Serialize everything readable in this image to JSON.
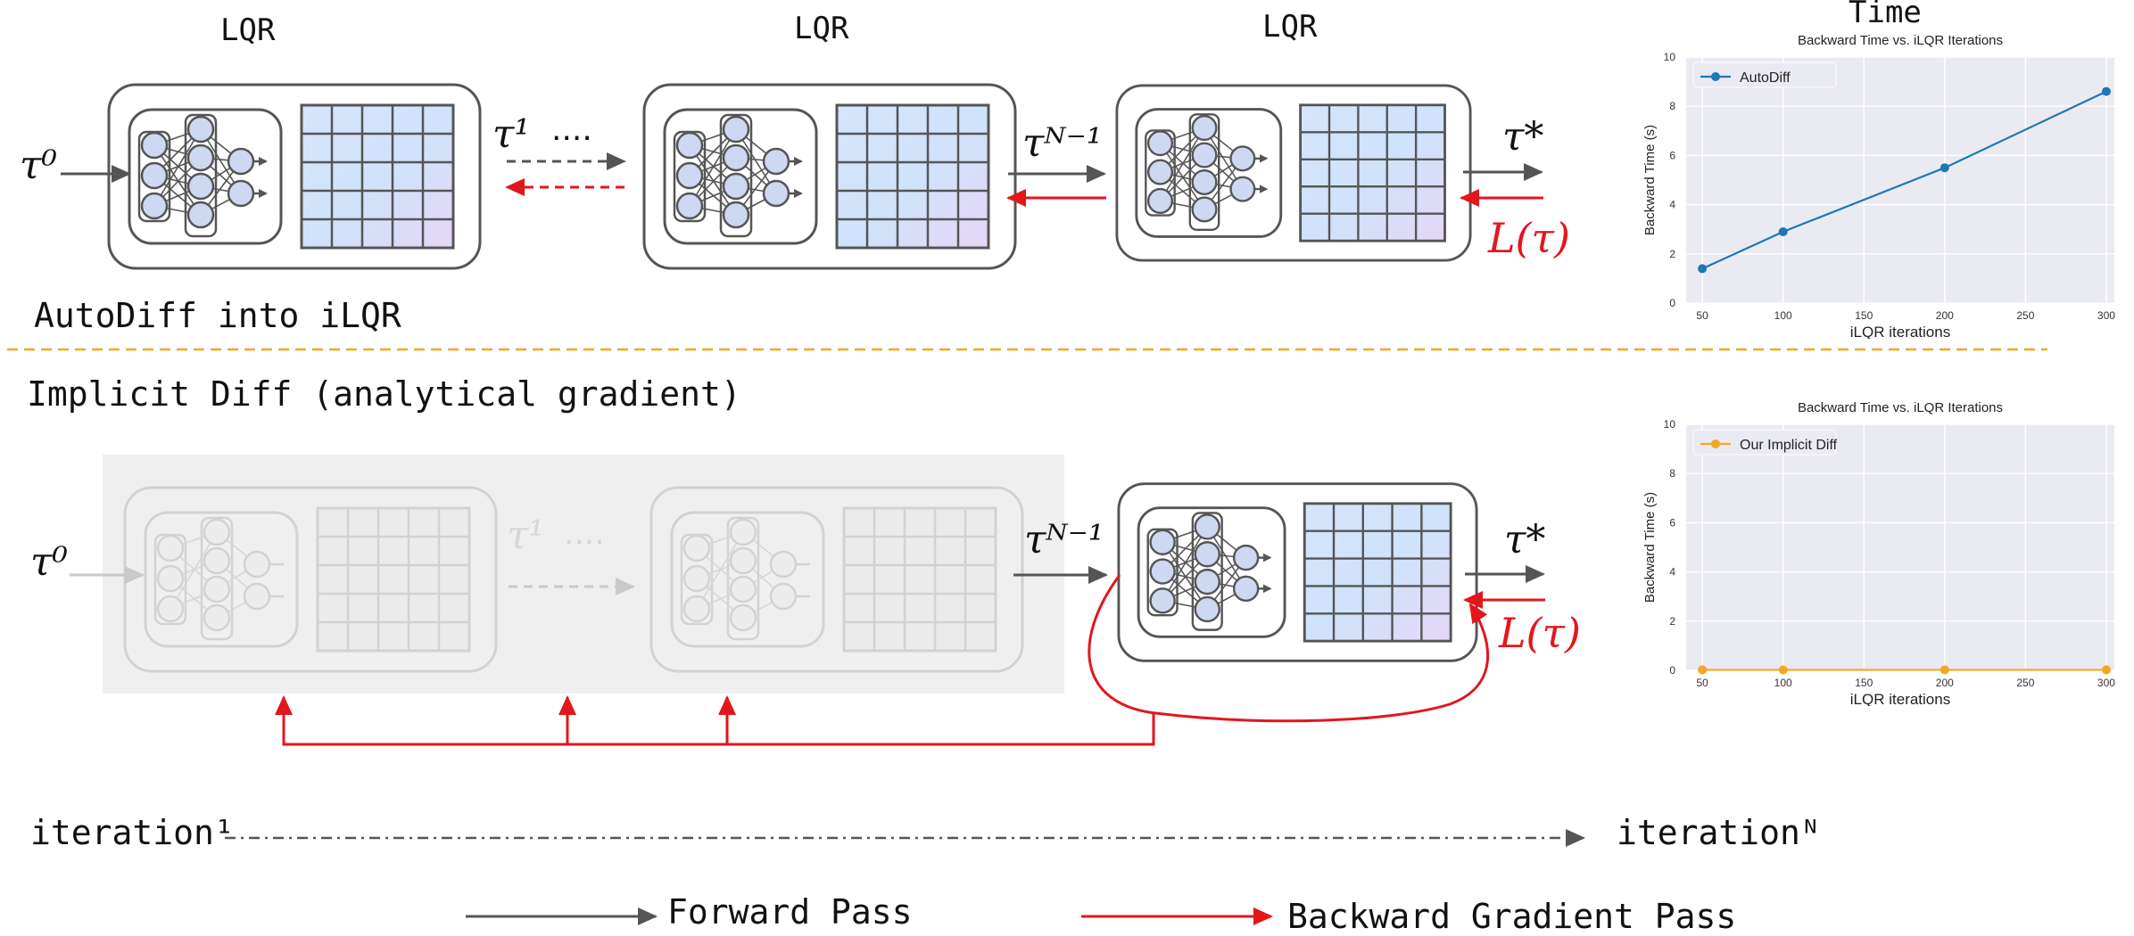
{
  "top_section": {
    "lqr_labels": [
      "LQR",
      "LQR",
      "LQR"
    ],
    "section_label": "AutoDiff into iLQR",
    "tau_start": "τ⁰",
    "tau_1": "τ¹",
    "dots": "....",
    "tau_n_minus_1": "τᴺ⁻¹",
    "tau_star": "τ*",
    "loss": "L(τ)"
  },
  "bottom_section": {
    "section_label": "Implicit Diff (analytical gradient)",
    "tau_start": "τ⁰",
    "tau_1": "τ¹",
    "dots": "....",
    "tau_n_minus_1": "τᴺ⁻¹",
    "tau_star": "τ*",
    "loss": "L(τ)"
  },
  "iteration": {
    "start_label": "iteration¹",
    "end_label": "iterationᴺ"
  },
  "legend": {
    "forward": "Forward Pass",
    "backward": "Backward Gradient Pass"
  },
  "time_label": "Time",
  "colors": {
    "forward_arrow": "#555555",
    "backward_arrow": "#e3161b",
    "divider": "#f5a623",
    "autodiff_series": "#1f77b4",
    "implicit_series": "#f5a623"
  },
  "chart_data": [
    {
      "type": "line",
      "title": "Backward Time vs. iLQR Iterations",
      "xlabel": "iLQR iterations",
      "ylabel": "Backward Time (s)",
      "x": [
        50,
        100,
        200,
        300
      ],
      "xticks": [
        50,
        100,
        150,
        200,
        250,
        300
      ],
      "yticks": [
        0,
        2,
        4,
        6,
        8,
        10
      ],
      "ylim": [
        0,
        10
      ],
      "grid": true,
      "legend_position": "top-left",
      "series": [
        {
          "name": "AutoDiff",
          "values": [
            1.4,
            2.9,
            5.5,
            8.6
          ],
          "color": "#1f77b4"
        }
      ]
    },
    {
      "type": "line",
      "title": "Backward Time vs. iLQR Iterations",
      "xlabel": "iLQR iterations",
      "ylabel": "Backward Time (s)",
      "x": [
        50,
        100,
        200,
        300
      ],
      "xticks": [
        50,
        100,
        150,
        200,
        250,
        300
      ],
      "yticks": [
        0,
        2,
        4,
        6,
        8,
        10
      ],
      "ylim": [
        0,
        10
      ],
      "grid": true,
      "legend_position": "top-left",
      "series": [
        {
          "name": "Our Implicit Diff",
          "values": [
            0.02,
            0.02,
            0.02,
            0.02
          ],
          "color": "#f5a623"
        }
      ]
    }
  ]
}
